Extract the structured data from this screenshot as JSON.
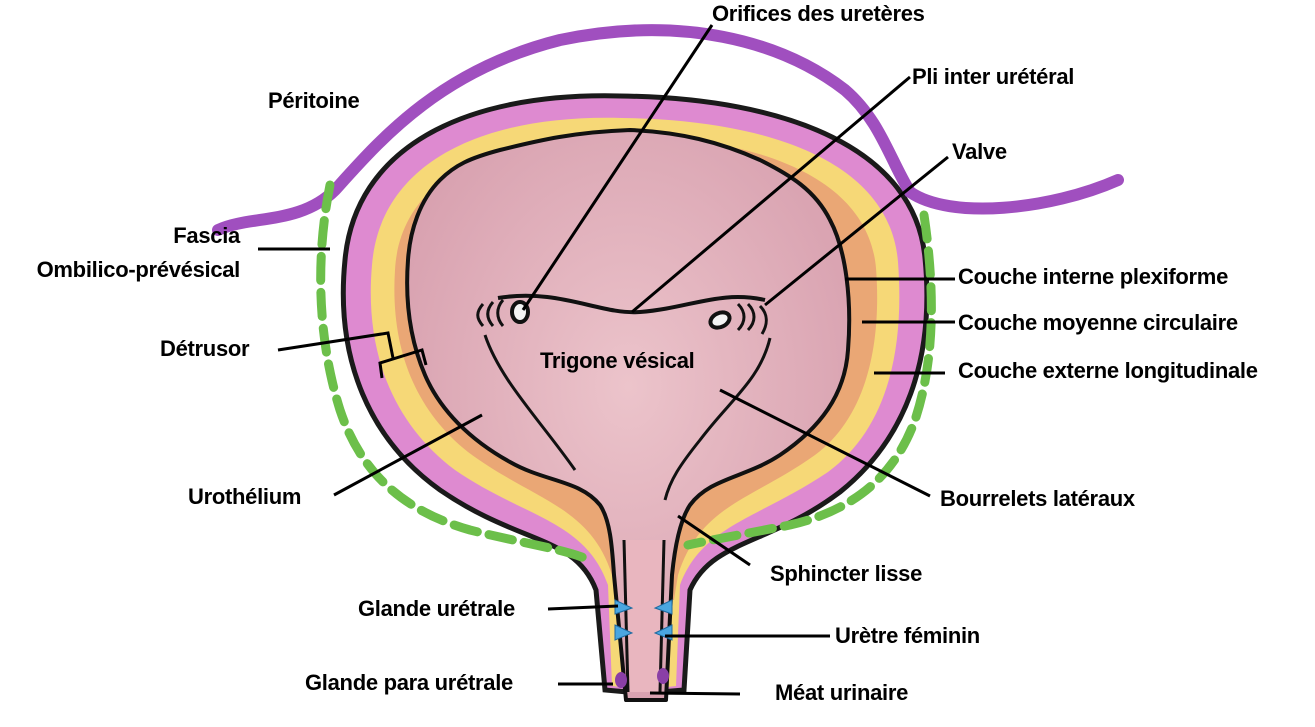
{
  "diagram": {
    "subject": "Vessie (coupe frontale) et urètre féminin",
    "colors": {
      "peritoine": "#a04fbf",
      "fascia": "#6cbf4a",
      "couche_externe": "#de8ad0",
      "couche_moyenne": "#f6d877",
      "couche_interne": "#eaa775",
      "urothelium": "#d9a3b1",
      "lumen": "#e3b4bd",
      "outline": "#1a1a1a",
      "glande_uretrale": "#4aa6e0",
      "glande_para_uretrale": "#8a3fa6",
      "label_text": "#000000"
    },
    "labels": {
      "orifices": "Orifices des uretères",
      "pli": "Pli inter urétéral",
      "peritoine": "Péritoine",
      "valve": "Valve",
      "fascia_1": "Fascia",
      "fascia_2": "Ombilico-prévésical",
      "couche_interne": "Couche interne plexiforme",
      "couche_moyenne": "Couche moyenne circulaire",
      "couche_externe": "Couche externe longitudinale",
      "detrusor": "Détrusor",
      "trigone": "Trigone vésical",
      "urothelium": "Urothélium",
      "bourrelets": "Bourrelets latéraux",
      "sphincter": "Sphincter lisse",
      "glande_uretrale": "Glande urétrale",
      "uretre": "Urètre féminin",
      "glande_para": "Glande para urétrale",
      "meat": "Méat urinaire"
    }
  }
}
